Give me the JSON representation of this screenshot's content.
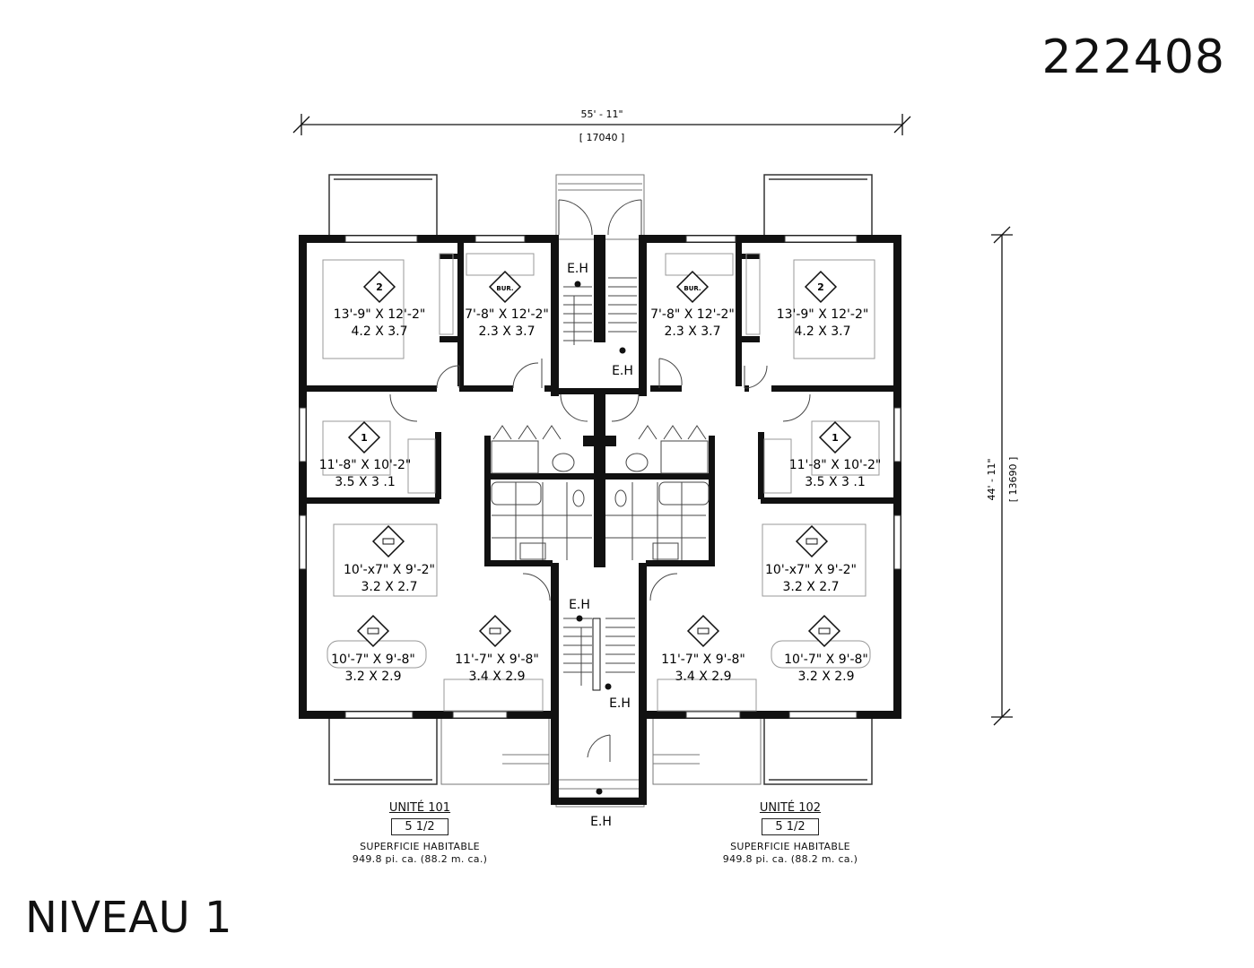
{
  "plan_number": "222408",
  "level_title": "NIVEAU 1",
  "dimensions": {
    "width_imperial": "55' - 11\"",
    "width_metric": "[ 17040 ]",
    "depth_imperial": "44' - 11\"",
    "depth_metric": "[ 13690 ]"
  },
  "rooms": [
    {
      "key": "bed2-left",
      "icon": "bed-2-icon",
      "icon_text": "2",
      "imperial": "13'-9\" X 12'-2\"",
      "metric": "4.2 X 3.7"
    },
    {
      "key": "office-left",
      "icon": "office-icon",
      "icon_text": "BUR.",
      "imperial": "7'-8\" X 12'-2\"",
      "metric": "2.3 X 3.7"
    },
    {
      "key": "office-right",
      "icon": "office-icon",
      "icon_text": "BUR.",
      "imperial": "7'-8\" X 12'-2\"",
      "metric": "2.3 X 3.7"
    },
    {
      "key": "bed2-right",
      "icon": "bed-2-icon",
      "icon_text": "2",
      "imperial": "13'-9\" X 12'-2\"",
      "metric": "4.2 X 3.7"
    },
    {
      "key": "bed1-left",
      "icon": "bed-1-icon",
      "icon_text": "1",
      "imperial": "11'-8\" X 10'-2\"",
      "metric": "3.5 X 3 .1"
    },
    {
      "key": "bed1-right",
      "icon": "bed-1-icon",
      "icon_text": "1",
      "imperial": "11'-8\" X 10'-2\"",
      "metric": "3.5 X 3 .1"
    },
    {
      "key": "kitchen-left",
      "icon": "kitchen-icon",
      "icon_text": "",
      "imperial": "10'-x7\"  X 9'-2\"",
      "metric": "3.2 X 2.7"
    },
    {
      "key": "kitchen-right",
      "icon": "kitchen-icon",
      "icon_text": "",
      "imperial": "10'-x7\"  X 9'-2\"",
      "metric": "3.2 X 2.7"
    },
    {
      "key": "dining-left",
      "icon": "dining-icon",
      "icon_text": "",
      "imperial": "10'-7\" X 9'-8\"",
      "metric": "3.2 X 2.9"
    },
    {
      "key": "living-left",
      "icon": "living-icon",
      "icon_text": "",
      "imperial": "11'-7\" X 9'-8\"",
      "metric": "3.4 X 2.9"
    },
    {
      "key": "living-right",
      "icon": "living-icon",
      "icon_text": "",
      "imperial": "11'-7\" X 9'-8\"",
      "metric": "3.4 X 2.9"
    },
    {
      "key": "dining-right",
      "icon": "dining-icon",
      "icon_text": "",
      "imperial": "10'-7\" X 9'-8\"",
      "metric": "3.2 X 2.9"
    }
  ],
  "exits": [
    "E.H",
    "E.H",
    "E.H",
    "E.H",
    "E.H"
  ],
  "units": [
    {
      "title": "UNITÉ 101",
      "type": "5 1/2",
      "label": "SUPERFICIE HABITABLE",
      "area": "949.8 pi. ca. (88.2 m. ca.)"
    },
    {
      "title": "UNITÉ 102",
      "type": "5 1/2",
      "label": "SUPERFICIE HABITABLE",
      "area": "949.8 pi. ca. (88.2 m. ca.)"
    }
  ]
}
